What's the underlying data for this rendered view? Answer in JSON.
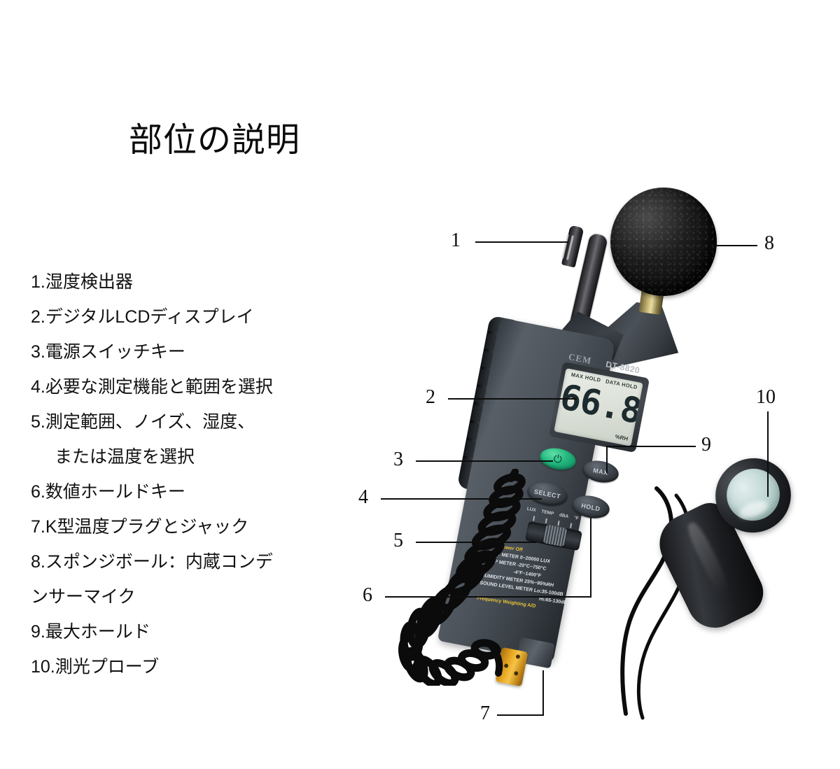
{
  "page": {
    "title": "部位の説明",
    "background_color": "#ffffff",
    "text_color": "#111111"
  },
  "legend": {
    "items": [
      {
        "number": "1.",
        "label": "湿度検出器",
        "indent": false
      },
      {
        "number": "2.",
        "label": "デジタルLCDディスプレイ",
        "indent": false
      },
      {
        "number": "3.",
        "label": "電源スイッチキー",
        "indent": false
      },
      {
        "number": "4.",
        "label": "必要な測定機能と範囲を選択",
        "indent": false
      },
      {
        "number": "5.",
        "label": "測定範囲、ノイズ、湿度、",
        "indent": false
      },
      {
        "number": "",
        "label": "または温度を選択",
        "indent": true
      },
      {
        "number": "6.",
        "label": "数値ホールドキー",
        "indent": false
      },
      {
        "number": "7.",
        "label": "K型温度プラグとジャック",
        "indent": false
      },
      {
        "number": "8.",
        "label": "スポンジボール：内蔵コンデ",
        "indent": false
      },
      {
        "number": "",
        "label": "ンサーマイク",
        "indent": false
      },
      {
        "number": "9.",
        "label": "最大ホールド",
        "indent": false
      },
      {
        "number": "10.",
        "label": "測光プローブ",
        "indent": false
      }
    ]
  },
  "callouts": [
    {
      "id": "1",
      "label": "1",
      "target": "humidity-sensor"
    },
    {
      "id": "2",
      "label": "2",
      "target": "lcd-display"
    },
    {
      "id": "3",
      "label": "3",
      "target": "power-button"
    },
    {
      "id": "4",
      "label": "4",
      "target": "select-button"
    },
    {
      "id": "5",
      "label": "5",
      "target": "range-slider-switch"
    },
    {
      "id": "6",
      "label": "6",
      "target": "hold-button"
    },
    {
      "id": "7",
      "label": "7",
      "target": "k-type-thermocouple-plug"
    },
    {
      "id": "8",
      "label": "8",
      "target": "sponge-ball-microphone"
    },
    {
      "id": "9",
      "label": "9",
      "target": "max-button"
    },
    {
      "id": "10",
      "label": "10",
      "target": "light-probe"
    }
  ],
  "device": {
    "brand": "CEM",
    "model": "DT-8820",
    "lcd": {
      "indicator_max_hold": "MAX HOLD",
      "indicator_data_hold": "DATA HOLD",
      "value": "66.8",
      "unit": "%RH"
    },
    "buttons": {
      "power_glyph": "⏻",
      "max": "MAX",
      "select": "SELECT",
      "hold": "HOLD"
    },
    "switch_labels": [
      "LUX",
      "TEMP",
      "dBA",
      "°F"
    ],
    "specs": {
      "auto_power_off": "Auto Power Off",
      "lines": [
        "LIGHT METER  0~20000 LUX",
        "TEMP METER -20°C~750°C",
        "-4°F~1400°F",
        "HUMIDITY METER  25%~95%RH",
        "SOUND LEVEL METER Lo:35-100dB",
        "Hi:65-130dB"
      ],
      "frequency_weighting": "Frequency Weighting A/D"
    },
    "colors": {
      "body": "#4b525a",
      "lcd": "#dde2da",
      "power_button": "#22b57d",
      "spec_text": "#e8c23a",
      "thermocouple_plug": "#e8a722",
      "light_probe_dome": "#c3d9d6"
    }
  }
}
